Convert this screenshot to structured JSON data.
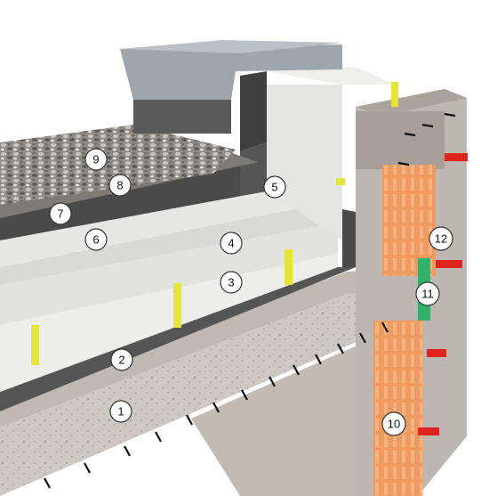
{
  "diagram": {
    "type": "flat-roof-parapet-cross-section",
    "colors": {
      "concrete": "#cfcac3",
      "insulation": "#ecebea",
      "membrane": "#4b4b4b",
      "gravel": "#8d8a86",
      "brick": "#ef9a62",
      "metal": "#9aa3aa",
      "tape_yellow": "#e6e635",
      "tie_red": "#e0241d",
      "strip_green": "#2fb36a"
    },
    "markers": [
      {
        "id": "1",
        "label": "1"
      },
      {
        "id": "2",
        "label": "2"
      },
      {
        "id": "3",
        "label": "3"
      },
      {
        "id": "4",
        "label": "4"
      },
      {
        "id": "5",
        "label": "5"
      },
      {
        "id": "6",
        "label": "6"
      },
      {
        "id": "7",
        "label": "7"
      },
      {
        "id": "8",
        "label": "8"
      },
      {
        "id": "9",
        "label": "9"
      },
      {
        "id": "10",
        "label": "10"
      },
      {
        "id": "11",
        "label": "11"
      },
      {
        "id": "12",
        "label": "12"
      }
    ]
  }
}
